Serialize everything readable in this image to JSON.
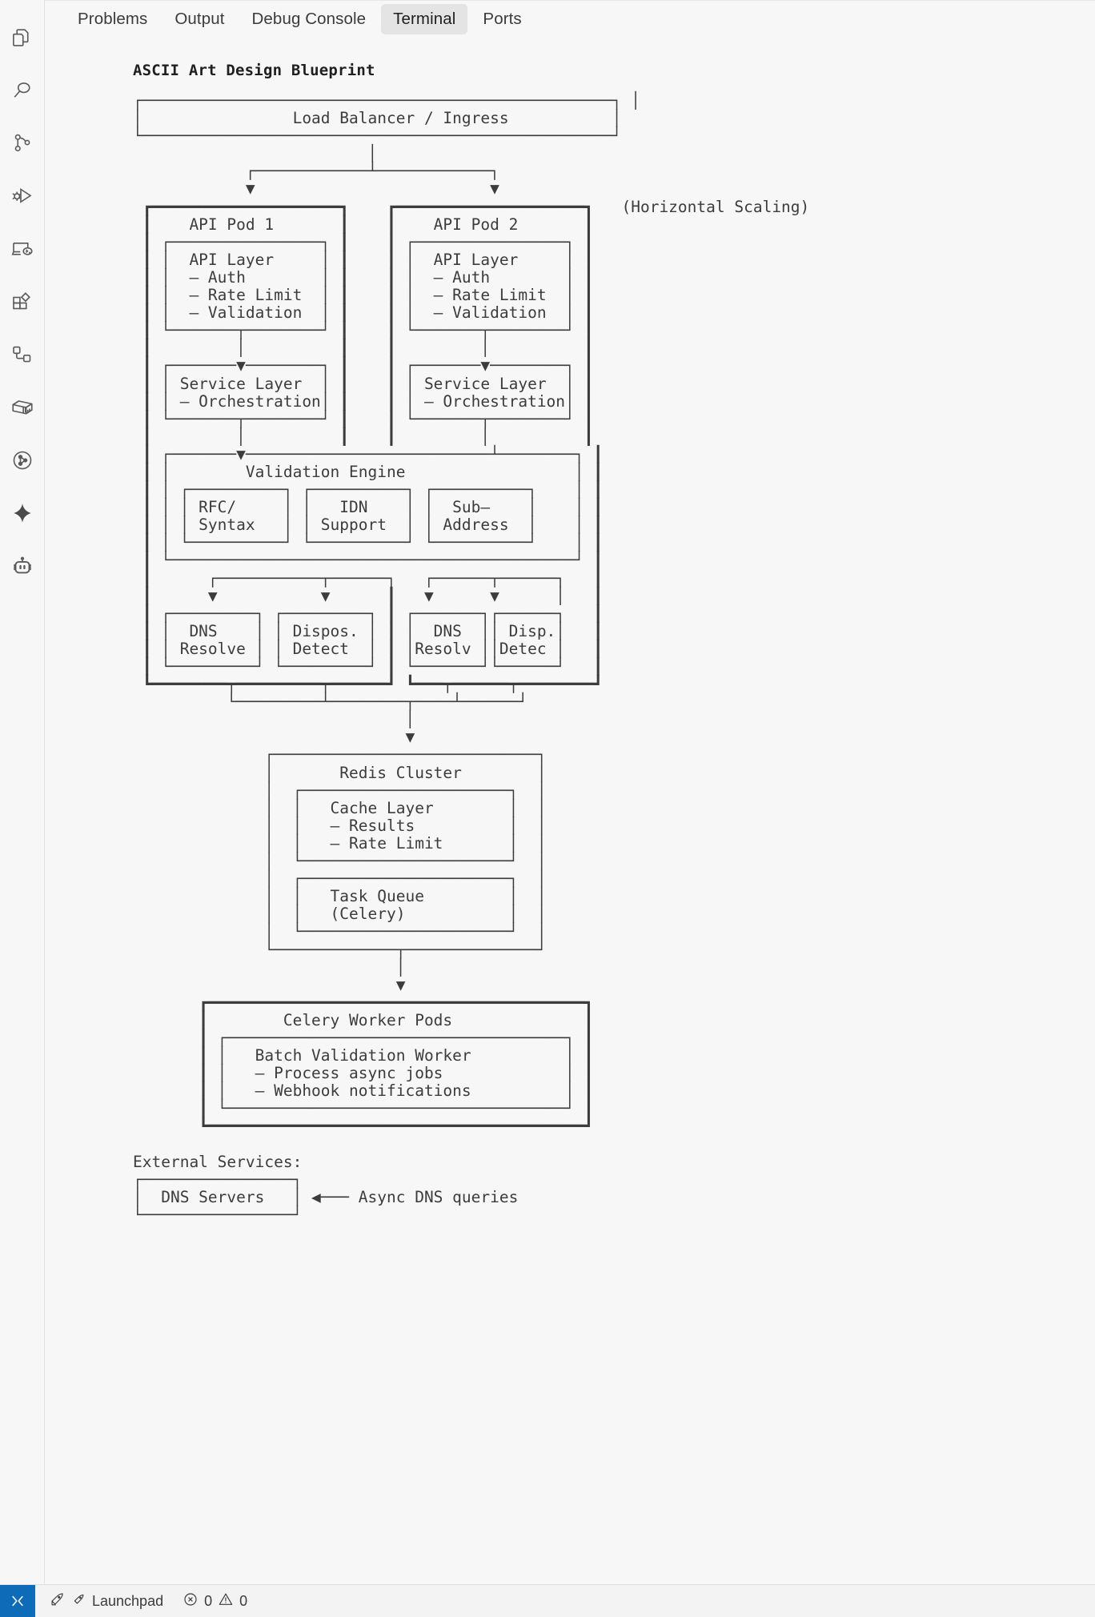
{
  "activity_bar": {
    "items": [
      {
        "name": "explorer-icon",
        "title": "Explorer"
      },
      {
        "name": "search-icon",
        "title": "Search"
      },
      {
        "name": "source-control-icon",
        "title": "Source Control"
      },
      {
        "name": "run-and-debug-icon",
        "title": "Run and Debug"
      },
      {
        "name": "remote-explorer-icon",
        "title": "Remote Explorer"
      },
      {
        "name": "extensions-icon",
        "title": "Extensions"
      },
      {
        "name": "testing-icon",
        "title": "Testing"
      },
      {
        "name": "containers-icon",
        "title": "Containers"
      },
      {
        "name": "kubernetes-icon",
        "title": "Kubernetes"
      },
      {
        "name": "sparkle-icon",
        "title": "Chat"
      },
      {
        "name": "robot-icon",
        "title": "Agent"
      }
    ]
  },
  "panel": {
    "tabs": [
      {
        "label": "Problems",
        "active": false
      },
      {
        "label": "Output",
        "active": false
      },
      {
        "label": "Debug Console",
        "active": false
      },
      {
        "label": "Terminal",
        "active": true
      },
      {
        "label": "Ports",
        "active": false
      }
    ]
  },
  "terminal": {
    "title": "ASCII Art Design Blueprint",
    "diagram": "┌──────────────────────────────────────────────────┐ │\n│                Load Balancer / Ingress           │\n└──────────────────────────────────────────────────┘\n                         │\n            ┌────────────┴────────────┐\n            ▼                         ▼\n ┏━━━━━━━━━━━━━━━━━━━━┓    ┏━━━━━━━━━━━━━━━━━━━━┓   (Horizontal Scaling)\n ┃    API Pod 1       ┃    ┃    API Pod 2       ┃\n ┃ ┌────────────────┐ ┃    ┃ ┌────────────────┐ ┃\n ┃ │  API Layer     │ ┃    ┃ │  API Layer     │ ┃\n ┃ │  – Auth        │ ┃    ┃ │  – Auth        │ ┃\n ┃ │  – Rate Limit  │ ┃    ┃ │  – Rate Limit  │ ┃\n ┃ │  – Validation  │ ┃    ┃ │  – Validation  │ ┃\n ┃ └───────┬────────┘ ┃    ┃ └───────┬────────┘ ┃\n ┃         │          ┃    ┃         │          ┃\n ┃ ┌───────▼────────┐ ┃    ┃ ┌───────▼────────┐ ┃\n ┃ │ Service Layer  │ ┃    ┃ │ Service Layer  │ ┃\n ┃ │ – Orchestration│ ┃    ┃ │ – Orchestration│ ┃\n ┃ └───────┬────────┘ ┃    ┃ └───────┬────────┘ ┃\n ┃         │          ┃    ┃         │          ┃\n ┃ ┌───────▼──────────────────────────┴────────┐ ┃\n ┃ │        Validation Engine                  │ ┃\n ┃ │ ┌──────────┐ ┌──────────┐ ┌──────────┐    │ ┃\n ┃ │ │ RFC/     │ │   IDN    │ │  Sub–    │    │ ┃\n ┃ │ │ Syntax   │ │ Support  │ │ Address  │    │ ┃\n ┃ │ └──────────┘ └──────────┘ └──────────┘    │ ┃\n ┃ └───────────────────────────────────────────┘ ┃\n ┃      ┌───────────┬──────┐   ┌──────┬──────┐   ┃\n ┃      ▼           ▼      ┃   ▼      ▼      │   ┃\n ┃ ┌─────────┐ ┌─────────┐ ┃ ┌───────┐┌──────┐   ┃\n ┃ │  DNS    │ │ Dispos. │ ┃ │  DNS  ││ Disp.│   ┃\n ┃ │ Resolve │ │ Detect  │ ┃ │Resolv ││Detec │   ┃\n ┃ └─────────┘ └─────────┘ ┃ └───────┘└──────┘   ┃\n ┗━━━━━━━━┯━━━━━━━━━┯━━━━━━┛ ┗━━━┯━━━━━━┯━━━━━━━━┛\n          └─────────┴────────┬────┴──────┘\n                             │\n                             ▼\n              ┌────────────────────────────┐\n              │       Redis Cluster        │\n              │  ┌──────────────────────┐  │\n              │  │   Cache Layer        │  │\n              │  │   – Results          │  │\n              │  │   – Rate Limit       │  │\n              │  └──────────────────────┘  │\n              │  ┌──────────────────────┐  │\n              │  │   Task Queue         │  │\n              │  │   (Celery)           │  │\n              │  └──────────────────────┘  │\n              └─────────────┬──────────────┘\n                            │\n                            ▼\n       ┏━━━━━━━━━━━━━━━━━━━━━━━━━━━━━━━━━━━━━━━━┓\n       ┃        Celery Worker Pods              ┃\n       ┃ ┌────────────────────────────────────┐ ┃\n       ┃ │   Batch Validation Worker          │ ┃\n       ┃ │   – Process async jobs             │ ┃\n       ┃ │   – Webhook notifications          │ ┃\n       ┃ └────────────────────────────────────┘ ┃\n       ┗━━━━━━━━━━━━━━━━━━━━━━━━━━━━━━━━━━━━━━━━┛\n\nExternal Services:\n┌────────────────┐\n│  DNS Servers   │ ◀─── Async DNS queries\n└────────────────┘",
    "diagram_nodes": {
      "load_balancer": "Load Balancer / Ingress",
      "scaling_note": "(Horizontal Scaling)",
      "api_pod_1": "API Pod 1",
      "api_pod_2": "API Pod 2",
      "api_layer": {
        "title": "API Layer",
        "items": [
          "– Auth",
          "– Rate Limit",
          "– Validation"
        ]
      },
      "service_layer": {
        "title": "Service Layer",
        "items": [
          "– Orchestration"
        ]
      },
      "validation_engine": {
        "title": "Validation Engine",
        "boxes": [
          "RFC/ Syntax",
          "IDN Support",
          "Sub– Address"
        ]
      },
      "dns_resolve": "DNS Resolve",
      "dispos_detect": "Dispos. Detect",
      "dns_resolv_2": "DNS Resolv",
      "disp_detec_2": "Disp. Detec",
      "redis_cluster": "Redis Cluster",
      "cache_layer": {
        "title": "Cache Layer",
        "items": [
          "– Results",
          "– Rate Limit"
        ]
      },
      "task_queue": {
        "title": "Task Queue",
        "items": [
          "(Celery)"
        ]
      },
      "celery_worker_pods": "Celery Worker Pods",
      "batch_worker": {
        "title": "Batch Validation Worker",
        "items": [
          "– Process async jobs",
          "– Webhook notifications"
        ]
      },
      "external_services_label": "External Services:",
      "dns_servers": "DNS Servers",
      "async_dns_note": "Async DNS queries"
    }
  },
  "status_bar": {
    "remote_icon": "remote-window-icon",
    "launchpad_label": "Launchpad",
    "errors_count": "0",
    "warnings_count": "0"
  },
  "colors": {
    "background": "#f7f7f7",
    "panel_background": "#f7f7f7",
    "active_tab_background": "#e4e4e4",
    "text": "#3c3c3c",
    "remote_badge": "#0d6bb8",
    "border": "#e0e0e0"
  }
}
